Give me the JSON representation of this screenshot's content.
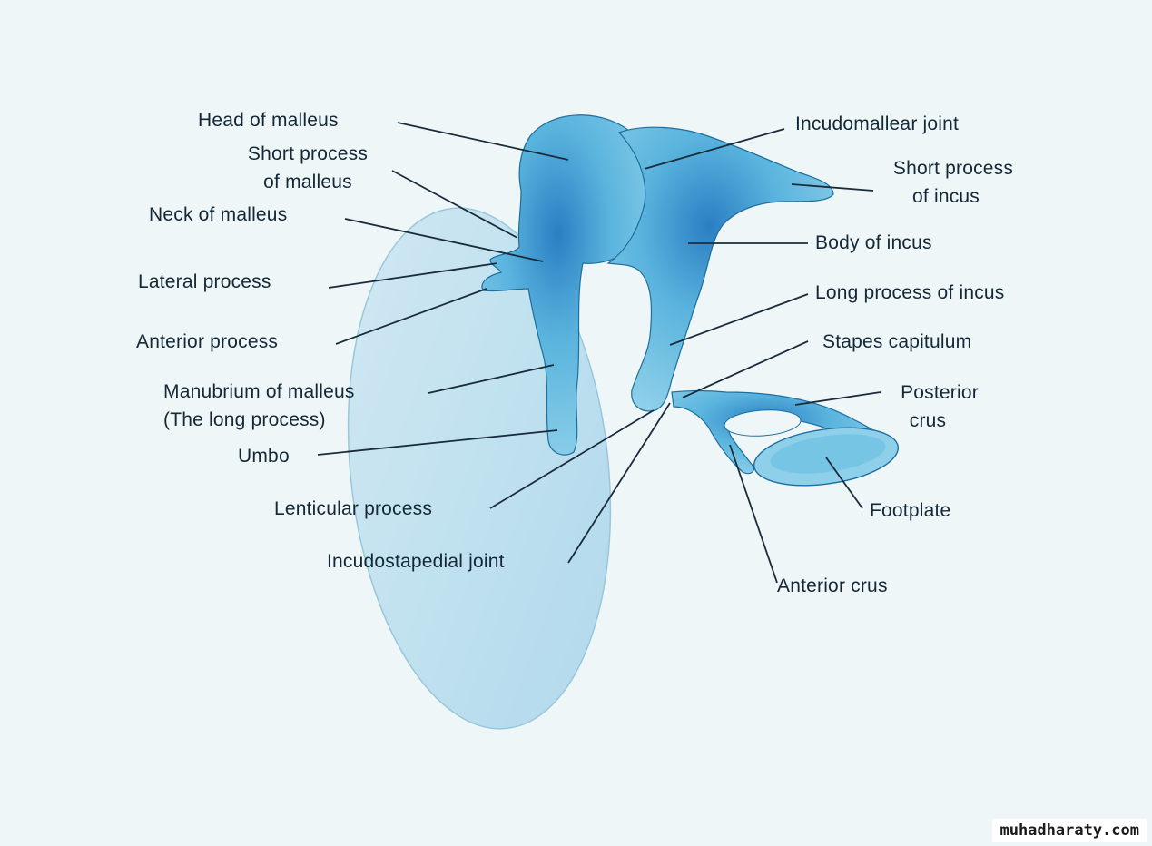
{
  "diagram": {
    "labels": {
      "head_of_malleus": "Head of malleus",
      "short_process_of_malleus_1": "Short process",
      "short_process_of_malleus_2": "of malleus",
      "neck_of_malleus": "Neck of malleus",
      "lateral_process": "Lateral process",
      "anterior_process": "Anterior process",
      "manubrium_1": "Manubrium of malleus",
      "manubrium_2": "(The long process)",
      "umbo": "Umbo",
      "lenticular_process": "Lenticular process",
      "incudostapedial_joint": "Incudostapedial joint",
      "incudomallear_joint": "Incudomallear joint",
      "short_process_of_incus_1": "Short process",
      "short_process_of_incus_2": "of incus",
      "body_of_incus": "Body of incus",
      "long_process_of_incus": "Long process of incus",
      "stapes_capitulum": "Stapes capitulum",
      "posterior_crus_1": "Posterior",
      "posterior_crus_2": "crus",
      "footplate": "Footplate",
      "anterior_crus": "Anterior crus"
    }
  },
  "watermark": "muhadharaty.com",
  "colors": {
    "background": "#eef6f8",
    "bone": "#4fb3dc",
    "bone_dark": "#1f86c0",
    "membrane": "#bfe0ee",
    "leader": "#1a2c3c"
  }
}
